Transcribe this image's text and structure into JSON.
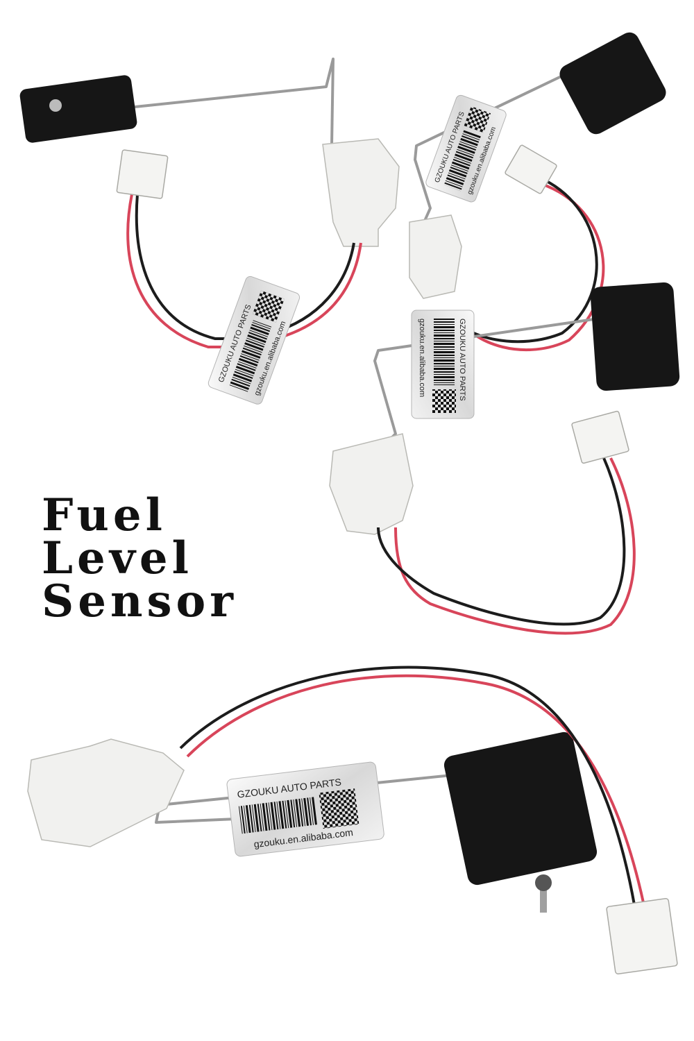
{
  "headline": {
    "line1": "Fuel",
    "line2": "Level",
    "line3": "Sensor"
  },
  "labels": {
    "brand": "GZOUKU AUTO PARTS",
    "website": "gzouku.en.alibaba.com"
  },
  "colors": {
    "background": "#ffffff",
    "headline": "#111111",
    "float": "#161616",
    "wire_red": "#d8455a",
    "wire_black": "#1c1c1c",
    "rod": "#9a9a9a",
    "plastic": "#f1f1ef"
  }
}
